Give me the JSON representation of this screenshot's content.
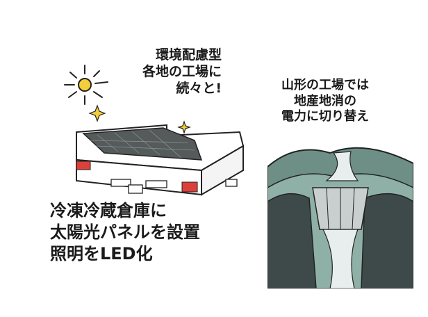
{
  "captions": {
    "factory_top": [
      "環境配慮型",
      "各地の工場に",
      "続々と!"
    ],
    "yamagata": [
      "山形の工場では",
      "地産地消の",
      "電力に切り替え"
    ],
    "factory_bottom": [
      "冷凍冷蔵倉庫に",
      "太陽光パネルを設置",
      "照明をLED化"
    ]
  },
  "colors": {
    "sun": "#f2cf3a",
    "roof": "#555a5a",
    "mountain": "#6d8f86",
    "dark_mountain": "#3e4a4a",
    "accent_red": "#d9413a"
  }
}
